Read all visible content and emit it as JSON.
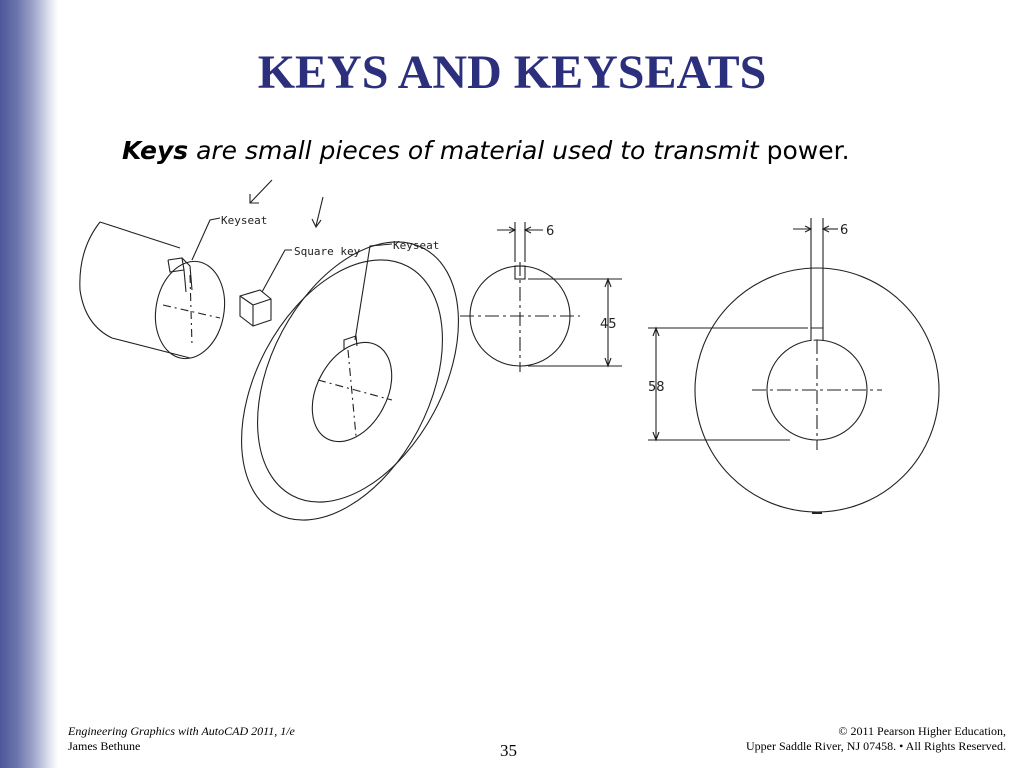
{
  "slide": {
    "title": "KEYS AND KEYSEATS",
    "subtitle": {
      "bold_word": "Keys",
      "italic_text": " are small pieces of material used to transmit",
      "normal_text": " power."
    }
  },
  "drawing": {
    "labels": {
      "keyseat_shaft": "Keyseat",
      "square_key": "Square key",
      "keyseat_hub": "Keyseat"
    },
    "dimensions": {
      "shaft_key_width": "6",
      "shaft_diameter": "45",
      "hub_key_width": "6",
      "hub_bore_depth": "58"
    }
  },
  "footer": {
    "book_title": "Engineering Graphics with AutoCAD 2011, 1/e",
    "author": "James Bethune",
    "page_number": "35",
    "copyright_line1": "© 2011 Pearson Higher Education,",
    "copyright_line2": "Upper Saddle River, NJ 07458. • All Rights Reserved."
  }
}
